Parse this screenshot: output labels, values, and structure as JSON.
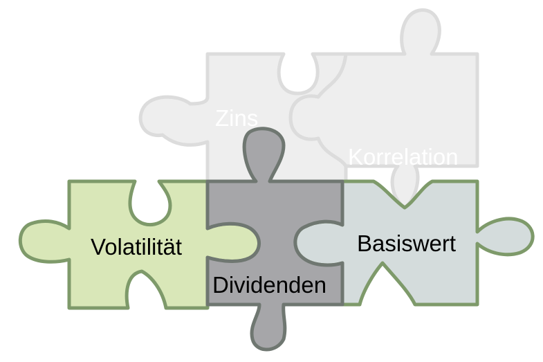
{
  "pieces": {
    "zins": {
      "label": "Zins",
      "fill": "#eeeeee",
      "stroke": "#dcdcdc"
    },
    "korrelation": {
      "label": "Korrelation",
      "fill": "#eeeeee",
      "stroke": "#dcdcdc"
    },
    "volatilitaet": {
      "label": "Volatilität",
      "fill": "#d9e7b8",
      "stroke": "#7e9a6a"
    },
    "dividenden": {
      "label": "Dividenden",
      "fill": "#a6a6a9",
      "stroke": "#6f7771"
    },
    "basiswert": {
      "label": "Basiswert",
      "fill": "#d4dcdc",
      "stroke": "#7e9a6a"
    }
  }
}
